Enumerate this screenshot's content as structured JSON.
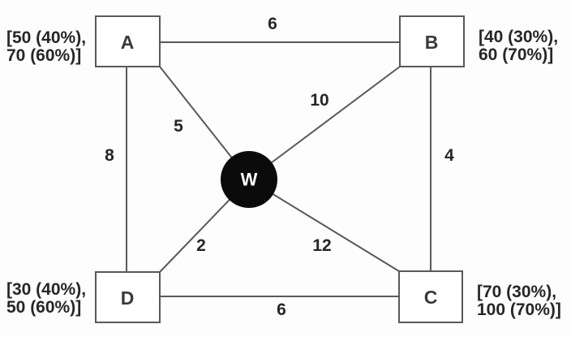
{
  "diagram": {
    "type": "weighted-network-graph",
    "center_node": {
      "id": "W",
      "label": "W",
      "shape": "circle"
    },
    "nodes": [
      {
        "id": "A",
        "label": "A",
        "position": "top-left",
        "annotation_line1": "[50 (40%),",
        "annotation_line2": "70 (60%)]"
      },
      {
        "id": "B",
        "label": "B",
        "position": "top-right",
        "annotation_line1": "[40 (30%),",
        "annotation_line2": "60 (70%)]"
      },
      {
        "id": "C",
        "label": "C",
        "position": "bottom-right",
        "annotation_line1": "[70 (30%),",
        "annotation_line2": "100 (70%)]"
      },
      {
        "id": "D",
        "label": "D",
        "position": "bottom-left",
        "annotation_line1": "[30 (40%),",
        "annotation_line2": "50 (60%)]"
      }
    ],
    "edges": [
      {
        "from": "A",
        "to": "B",
        "weight": "6"
      },
      {
        "from": "A",
        "to": "D",
        "weight": "8"
      },
      {
        "from": "B",
        "to": "C",
        "weight": "4"
      },
      {
        "from": "D",
        "to": "C",
        "weight": "6"
      },
      {
        "from": "A",
        "to": "W",
        "weight": "5"
      },
      {
        "from": "B",
        "to": "W",
        "weight": "10"
      },
      {
        "from": "D",
        "to": "W",
        "weight": "2"
      },
      {
        "from": "C",
        "to": "W",
        "weight": "12"
      }
    ],
    "colors": {
      "line": "#595959",
      "node_border": "#595959",
      "node_fill": "#ffffff",
      "center_node_fill": "#0b0b0b",
      "center_node_text": "#ffffff",
      "text": "#262626",
      "background": "#fdfdfd"
    }
  }
}
